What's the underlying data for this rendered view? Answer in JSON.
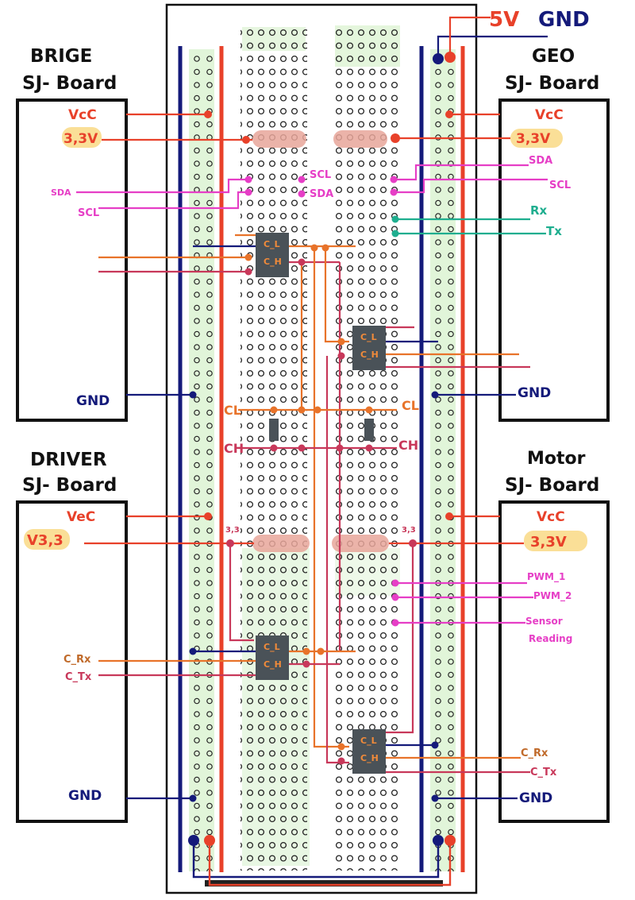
{
  "colors": {
    "vcc": "#e8412a",
    "gnd": "#141a7a",
    "i2c": "#e63ec6",
    "uart": "#1fae8f",
    "canl": "#e8732a",
    "canh": "#c8385a",
    "highlight": "#f5c542",
    "rail_band": "#cdeec0",
    "chip": "#4a5258",
    "chip_text": "#f08a3a",
    "bar": "#e8a69a"
  },
  "boards": {
    "bridge": {
      "title1": "BRIGE",
      "title2": "SJ- Board",
      "vcc": "VcC",
      "v33": "3,3V",
      "sda": "SDA",
      "scl": "SCL",
      "gnd": "GND"
    },
    "geo": {
      "title1": "GEO",
      "title2": "SJ- Board",
      "vcc": "VcC",
      "v33": "3,3V",
      "sda": "SDA",
      "scl": "SCL",
      "rx": "Rx",
      "tx": "Tx",
      "gnd": "GND"
    },
    "driver": {
      "title1": "DRIVER",
      "title2": "SJ- Board",
      "vcc": "VeC",
      "v33": "V3,3",
      "crx": "C_Rx",
      "ctx": "C_Tx",
      "gnd": "GND"
    },
    "motor": {
      "title1": "Motor",
      "title2": "SJ- Board",
      "vcc": "VcC",
      "v33": "3,3V",
      "pwm1": "PWM_1",
      "pwm2": "PWM_2",
      "sensor1": "Sensor",
      "sensor2": "Reading",
      "crx": "C_Rx",
      "ctx": "C_Tx",
      "gnd": "GND"
    }
  },
  "breadboard_labels": {
    "scl": "SCL",
    "sda": "SDA",
    "cl_left": "CL",
    "ch_left": "CH",
    "cl_right": "CL",
    "ch_right": "CH",
    "v33_left": "3,3",
    "v33_right": "3,3"
  },
  "power": {
    "v5": "5V",
    "gnd": "GND"
  },
  "transceivers": [
    {
      "cl": "C_L",
      "ch": "C_H"
    },
    {
      "cl": "C_L",
      "ch": "C_H"
    },
    {
      "cl": "C_L",
      "ch": "C_H"
    },
    {
      "cl": "C_L",
      "ch": "C_H"
    }
  ]
}
